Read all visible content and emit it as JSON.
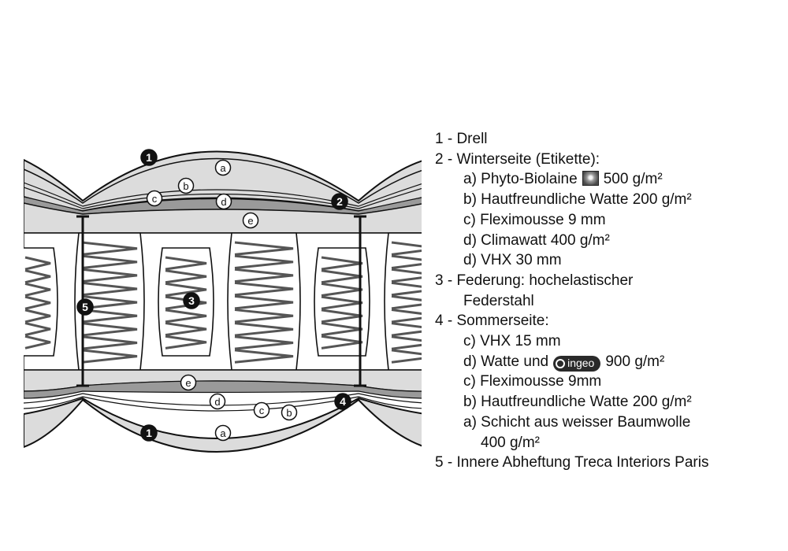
{
  "diagram": {
    "callouts_numbers": [
      "1",
      "2",
      "3",
      "4",
      "5"
    ],
    "callouts_letters": [
      "a",
      "b",
      "c",
      "d",
      "e"
    ]
  },
  "legend": {
    "item1": "1 - Drell",
    "item2": "2 - Winterseite (Etikette):",
    "item2a_pre": "a) Phyto-Biolaine",
    "item2a_post": "500 g/m²",
    "item2a_badge_icon": "phyto-biolaine-logo",
    "item2b": "b) Hautfreundliche Watte 200 g/m²",
    "item2c": "c) Fleximousse 9 mm",
    "item2d1": "d) Climawatt 400 g/m²",
    "item2d2": "d) VHX 30 mm",
    "item3a": "3 - Federung: hochelastischer",
    "item3b": "Federstahl",
    "item4": "4 - Sommerseite:",
    "item4c1": "c) VHX 15 mm",
    "item4d_pre": "d) Watte und",
    "item4d_logo": "ingeo",
    "item4d_post": "900 g/m²",
    "item4c2": "c) Fleximousse 9mm",
    "item4b": "b) Hautfreundliche Watte 200 g/m²",
    "item4a1": "a) Schicht aus weisser Baumwolle",
    "item4a2": "400 g/m²",
    "item5": "5 - Innere Abheftung Treca Interiors Paris"
  }
}
